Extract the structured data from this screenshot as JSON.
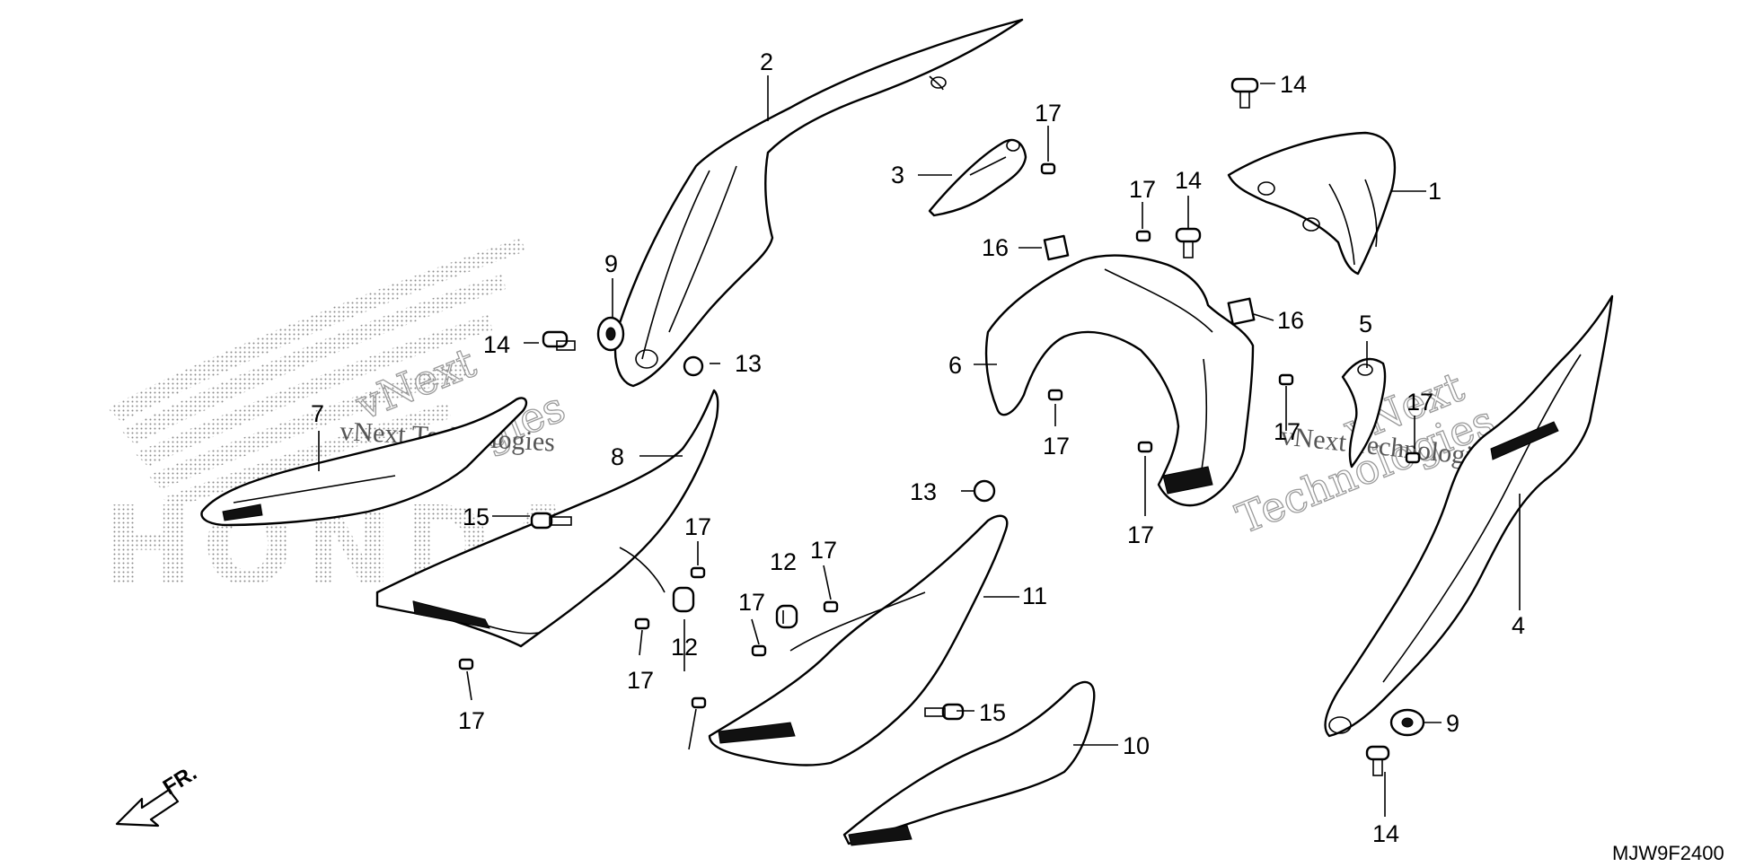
{
  "diagram": {
    "code": "MJW9F2400",
    "front_marker": "FR.",
    "watermark": {
      "logo": "HONDA",
      "company_line1": "vNext",
      "company_line2": "Technologies",
      "caption": "vNext Technologies"
    },
    "callouts": {
      "c1": "1",
      "c2": "2",
      "c3": "3",
      "c4": "4",
      "c5": "5",
      "c6": "6",
      "c7": "7",
      "c8": "8",
      "c9a": "9",
      "c9b": "9",
      "c10": "10",
      "c11": "11",
      "c12a": "12",
      "c12b": "12",
      "c13a": "13",
      "c13b": "13",
      "c14a": "14",
      "c14b": "14",
      "c14c": "14",
      "c14d": "14",
      "c15a": "15",
      "c15b": "15",
      "c16a": "16",
      "c16b": "16",
      "c17a": "17",
      "c17b": "17",
      "c17c": "17",
      "c17d": "17",
      "c17e": "17",
      "c17f": "17",
      "c17g": "17",
      "c17h": "17",
      "c17i": "17",
      "c17j": "17",
      "c17k": "17"
    }
  }
}
